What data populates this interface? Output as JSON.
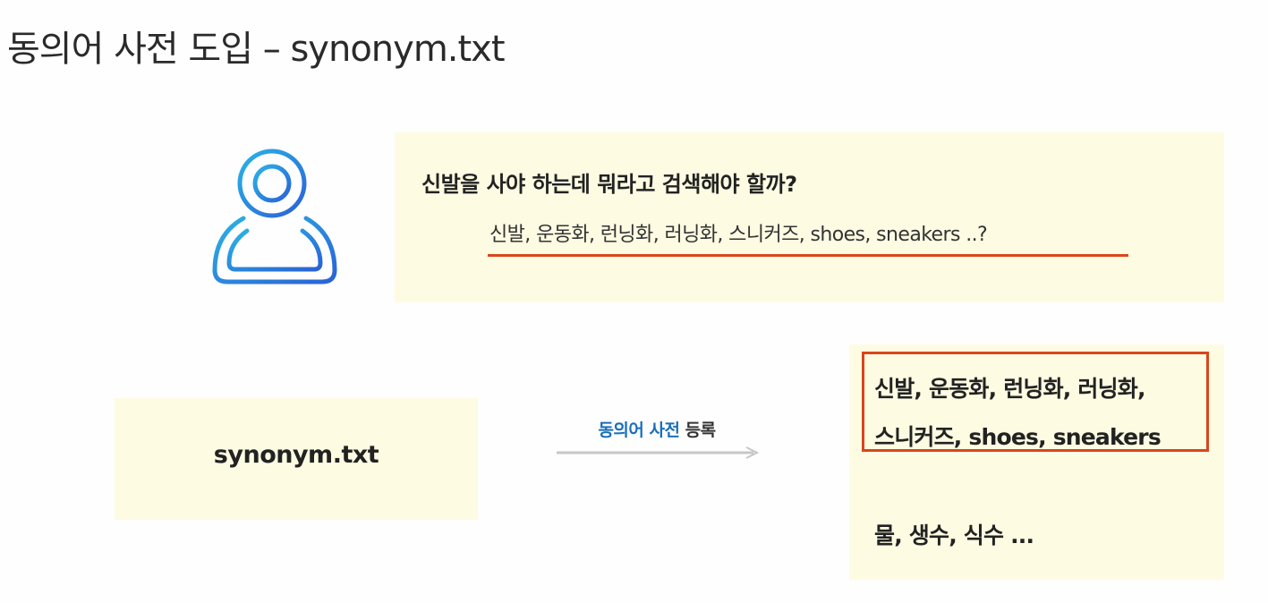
{
  "slide": {
    "title": "동의어 사전 도입 – synonym.txt"
  },
  "question_box": {
    "question": "신발을 사야 하는데 뭐라고 검색해야 할까?",
    "keywords": "신발, 운동화, 런닝화, 러닝화, 스니커즈, shoes, sneakers ..?"
  },
  "synonym_file": {
    "label": "synonym.txt"
  },
  "arrow": {
    "label_accent": "동의어 사전",
    "label_rest": " 등록"
  },
  "result": {
    "group1_line1": "신발, 운동화, 런닝화, 러닝화,",
    "group1_line2": "스니커즈, shoes, sneakers",
    "group2": "물, 생수, 식수 ..."
  },
  "colors": {
    "box_background": "#fdfbe2",
    "highlight": "#d9461c",
    "accent_blue": "#1b6fba",
    "icon_gradient_start": "#2bb3e6",
    "icon_gradient_end": "#2a62d6"
  },
  "icons": {
    "user": "user-icon",
    "arrow": "arrow-right-icon"
  }
}
